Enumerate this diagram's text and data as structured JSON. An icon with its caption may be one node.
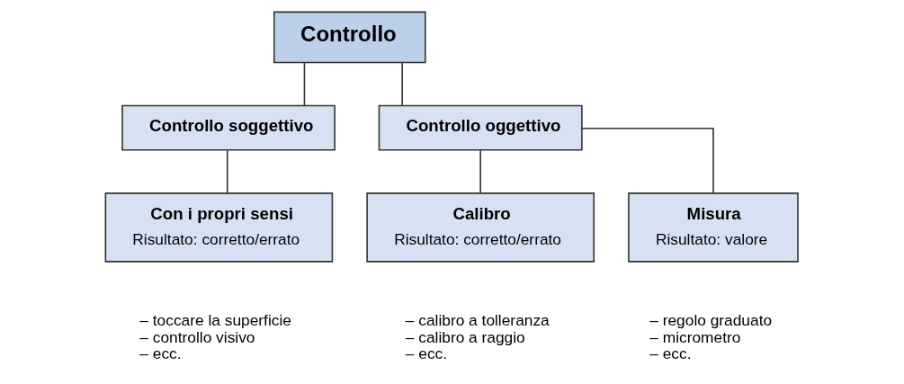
{
  "diagram": {
    "nodes": [
      {
        "text": [
          "Controllo"
        ]
      },
      {
        "text": [
          "Controllo soggettivo"
        ]
      },
      {
        "text": [
          "Controllo oggettivo"
        ]
      },
      {
        "text": [
          "Con i propri sensi",
          "Risultato: corretto/errato"
        ],
        "beside": [
          "– toccare la superficie",
          "– controllo visivo",
          "– ecc."
        ]
      },
      {
        "text": [
          "Calibro",
          "Risultato: corretto/errato"
        ],
        "beside": [
          "– calibro a tolleranza",
          "– calibro a raggio",
          "– ecc."
        ]
      },
      {
        "text": [
          "Misura",
          "Risultato: valore"
        ],
        "beside": [
          "– regolo graduato",
          "– micrometro",
          "– ecc."
        ]
      }
    ],
    "edges": [
      {
        "from": 0,
        "to": 1,
        "arrow": "none"
      },
      {
        "from": 0,
        "to": 2,
        "arrow": "none"
      },
      {
        "from": 1,
        "to": 3,
        "arrow": "none"
      },
      {
        "from": 2,
        "to": 4,
        "arrow": "none"
      },
      {
        "from": 2,
        "to": 5,
        "arrow": "none"
      }
    ]
  }
}
